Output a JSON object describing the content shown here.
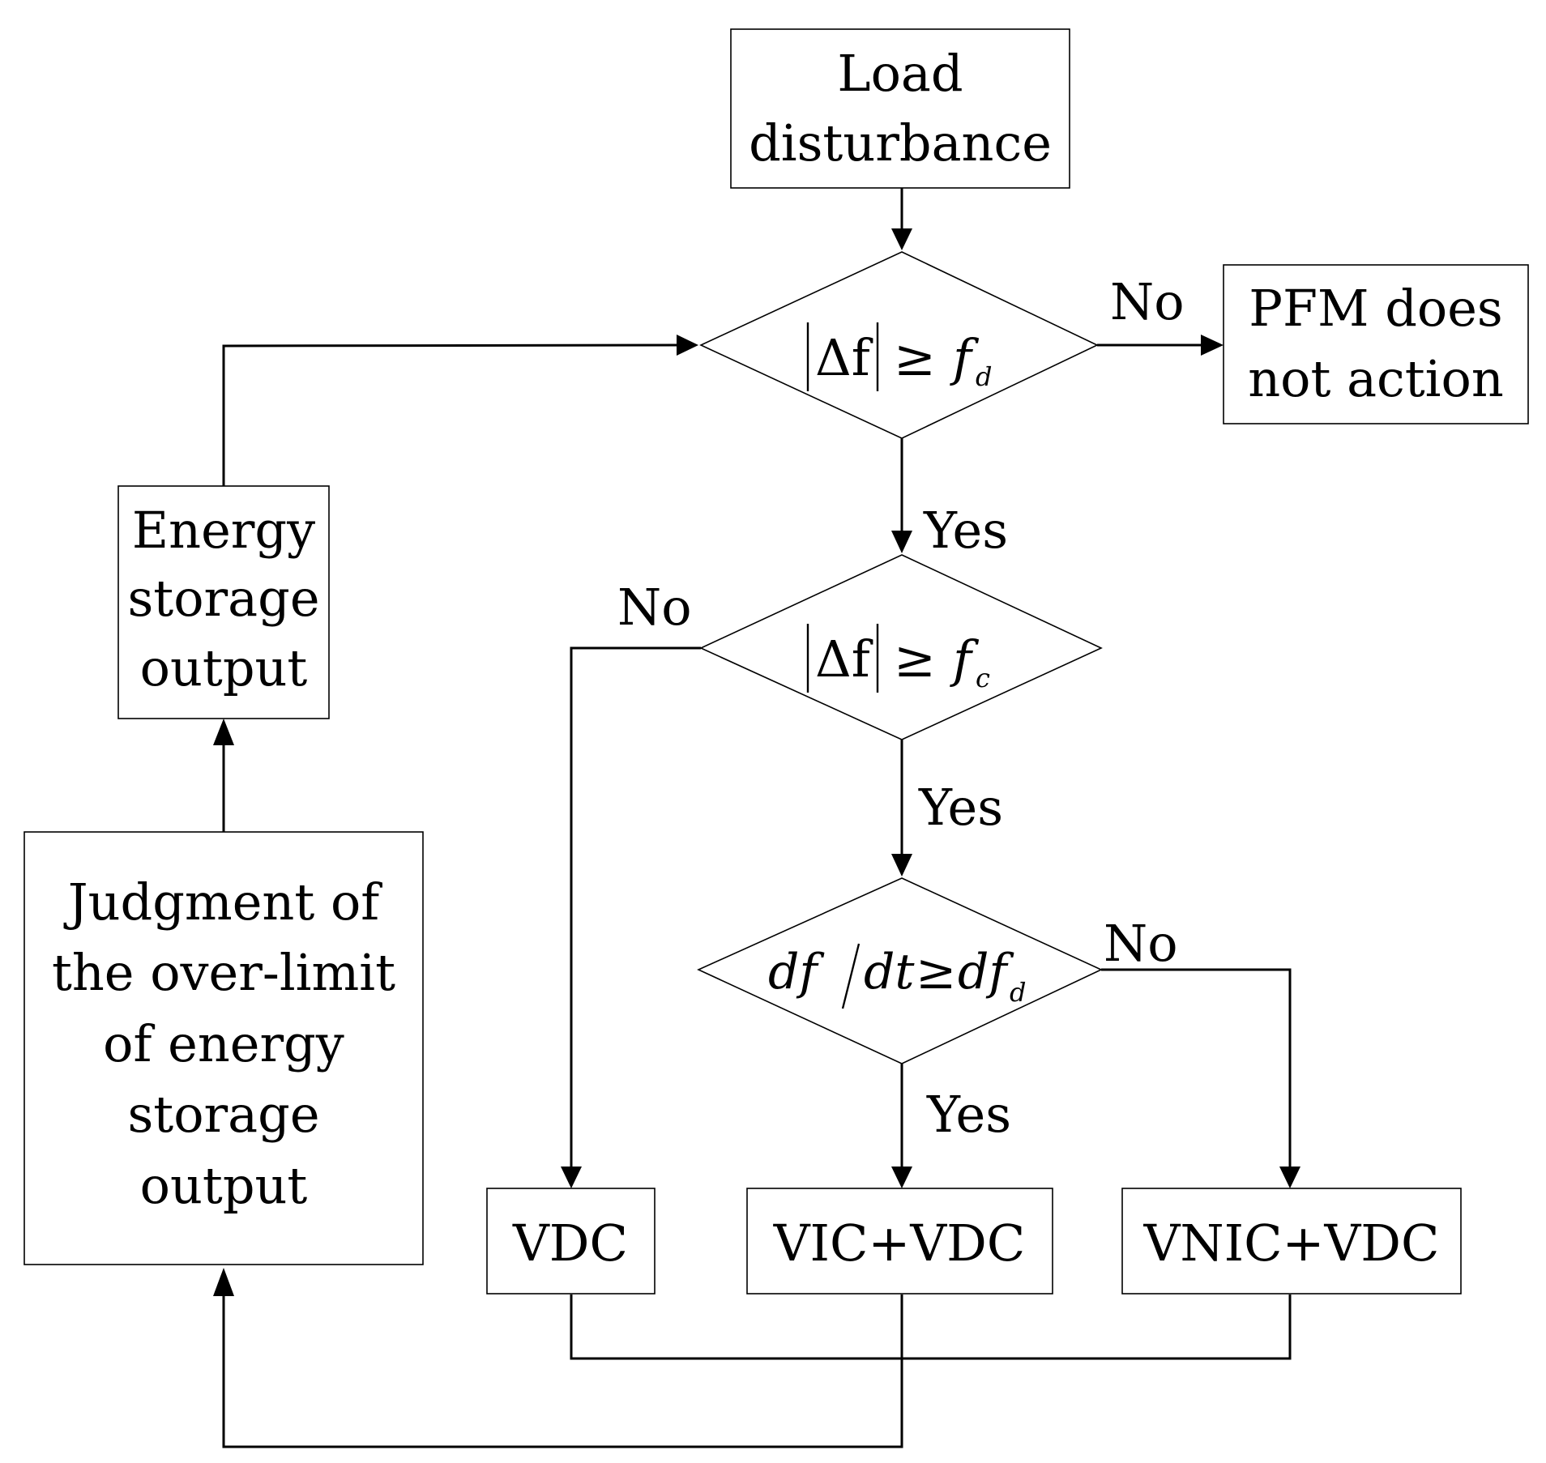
{
  "nodes": {
    "load": [
      "Load",
      "disturbance"
    ],
    "pfm": [
      "PFM does",
      "not action"
    ],
    "energy_output": [
      "Energy",
      "storage",
      "output"
    ],
    "judgment": [
      "Judgment of",
      "the over-limit",
      "of energy",
      "storage",
      "output"
    ],
    "vdc": "VDC",
    "vic_vdc": "VIC+VDC",
    "vnic_vdc": "VNIC+VDC"
  },
  "decisions": {
    "d1": {
      "lhs": "Δf",
      "rel": "≥",
      "sym": "f",
      "sub": "d"
    },
    "d2": {
      "lhs": "Δf",
      "rel": "≥",
      "sym": "f",
      "sub": "c"
    },
    "d3": {
      "num": "df",
      "den": "dt",
      "rel": "≥",
      "sym": "df",
      "sub": "d"
    }
  },
  "edges": {
    "d1_no": "No",
    "d1_yes": "Yes",
    "d2_no": "No",
    "d2_yes": "Yes",
    "d3_no": "No",
    "d3_yes": "Yes"
  }
}
